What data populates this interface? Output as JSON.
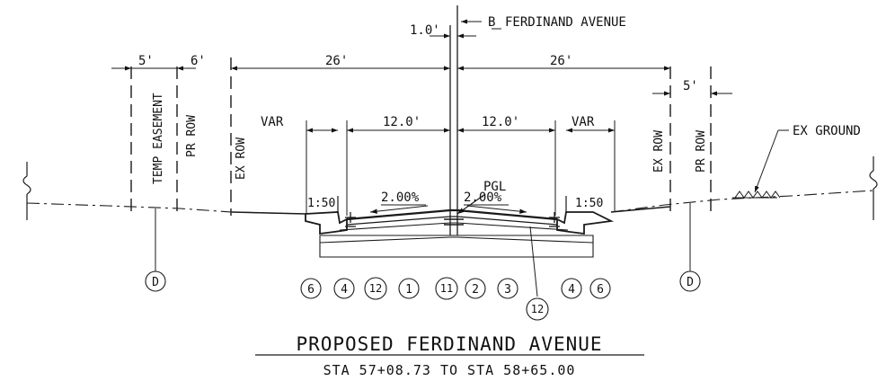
{
  "title": "PROPOSED FERDINAND AVENUE",
  "subtitle": "STA 57+08.73 TO STA 58+65.00",
  "centerline": {
    "symbol": "B",
    "label": "FERDINAND AVENUE"
  },
  "offset_label": "1.0'",
  "dimensions": {
    "temp_easement_width": "5'",
    "pr_row_width_left": "6'",
    "half_width_left": "26'",
    "half_width_right": "26'",
    "pr_row_width_right": "5'",
    "sidewalk_left": "VAR",
    "lane_left": "12.0'",
    "lane_right": "12.0'",
    "sidewalk_right": "VAR"
  },
  "vertical_labels": {
    "temp_easement": "TEMP EASEMENT",
    "pr_row_left": "PR ROW",
    "ex_row_left": "EX ROW",
    "ex_row_right": "EX ROW",
    "pr_row_right": "PR ROW"
  },
  "slopes": {
    "side_left": "1:50",
    "cross_left": "2.00%",
    "cross_right": "2.00%",
    "side_right": "1:50"
  },
  "pgl_label": "PGL",
  "ex_ground_label": "EX GROUND",
  "callouts": {
    "d_left": "D",
    "d_right": "D",
    "c1": "6",
    "c2": "4",
    "c3": "12",
    "c4": "1",
    "c5": "11",
    "c6": "2",
    "c7": "3",
    "c8": "4",
    "c9": "6",
    "c10": "12"
  }
}
